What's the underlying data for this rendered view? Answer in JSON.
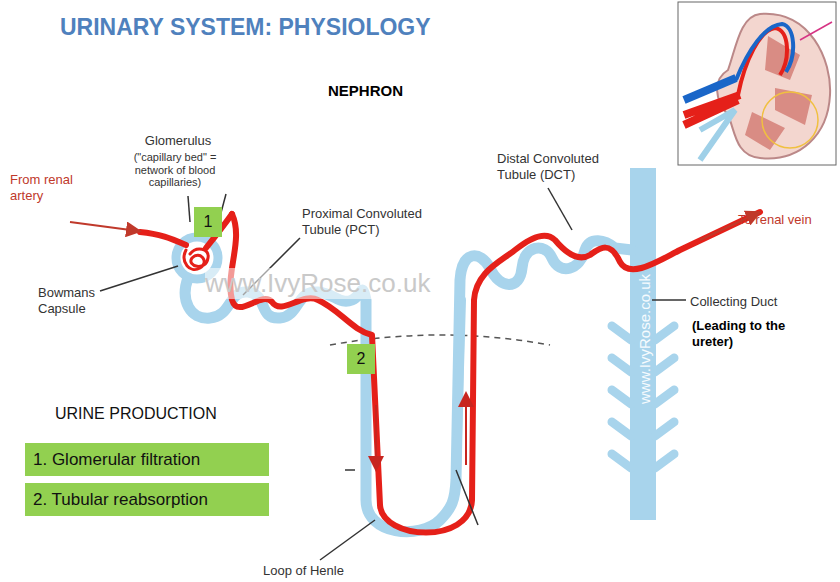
{
  "diagram": {
    "title": "URINARY SYSTEM: PHYSIOLOGY",
    "nodes": [
      {
        "text": [
          "1"
        ]
      },
      {
        "text": [
          "2"
        ]
      },
      {
        "text": [
          "1. Glomerular filtration"
        ]
      },
      {
        "text": [
          "2. Tubular reabsorption"
        ]
      }
    ],
    "labels": [
      "NEPHRON",
      "Glomerulus",
      "(\"capillary bed\" = network of blood capillaries)",
      "From renal artery",
      "Bowmans Capsule",
      "Proximal Convoluted Tubule (PCT)",
      "Distal Convoluted Tubule (DCT)",
      "To renal vein",
      "Collecting Duct",
      "(Leading to the ureter)",
      "URINE PRODUCTION",
      "Loop of Henle",
      "www.IvyRose.co.uk",
      "www.IvyRose.co.uk"
    ]
  }
}
